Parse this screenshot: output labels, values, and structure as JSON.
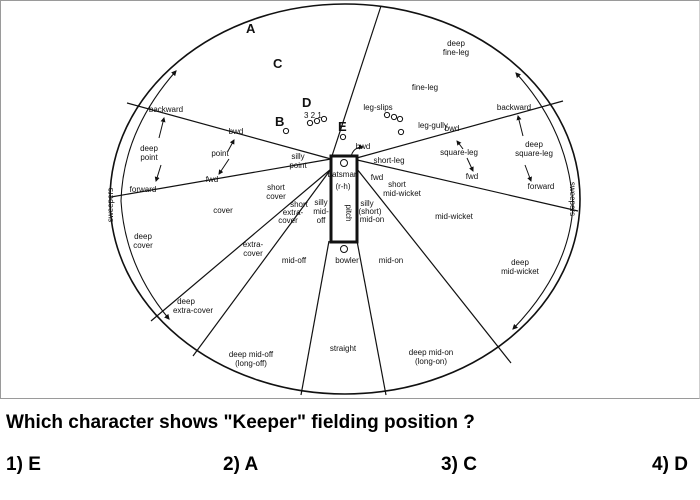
{
  "diagram": {
    "letters": {
      "a": "A",
      "b": "B",
      "c": "C",
      "d": "D",
      "e": "E"
    },
    "slip_numbers": "3 2 1",
    "regions": {
      "deep_fine_leg": [
        "deep",
        "fine-leg"
      ],
      "fine_leg": "fine-leg",
      "leg_slips": "leg-slips",
      "leg_gully": "leg-gully",
      "backward_left": "backward",
      "backward_right": "backward",
      "deep_point": [
        "deep",
        "point"
      ],
      "deep_square_leg": [
        "deep",
        "square-leg"
      ],
      "forward_left": "forward",
      "forward_right": "forward",
      "sweepers_left": "sweepers",
      "sweepers_right": "sweepers",
      "bwd_point": "bwd",
      "point": "point",
      "fwd_point": "fwd",
      "silly_point": [
        "silly",
        "point"
      ],
      "bwd_batsman": "bwd",
      "short_leg": "short-leg",
      "bwd_square": "bwd",
      "square_leg": "square-leg",
      "fwd_square": "fwd",
      "batsman": "batsman",
      "rh": "(r-h)",
      "fwd_batsman": "fwd",
      "short_mid_wicket": [
        "short",
        "mid-wicket"
      ],
      "short_cover": [
        "short",
        "cover"
      ],
      "short_extra_cover": [
        "short",
        "extra-",
        "cover"
      ],
      "silly_mid_off": [
        "silly",
        "mid-",
        "off"
      ],
      "pitch": "pitch",
      "silly_mid_on": [
        "silly",
        "(short)",
        "mid-on"
      ],
      "cover": "cover",
      "mid_wicket": "mid-wicket",
      "deep_cover": [
        "deep",
        "cover"
      ],
      "extra_cover": [
        "extra-",
        "cover"
      ],
      "mid_off": "mid-off",
      "bowler": "bowler",
      "mid_on": "mid-on",
      "deep_mid_wicket": [
        "deep",
        "mid-wicket"
      ],
      "deep_extra_cover": [
        "deep",
        "extra-cover"
      ],
      "straight": "straight",
      "deep_mid_off": [
        "deep mid-off",
        "(long-off)"
      ],
      "deep_mid_on": [
        "deep mid-on",
        "(long-on)"
      ]
    }
  },
  "question": {
    "text": "Which character shows \"Keeper\" fielding position ?",
    "options": [
      {
        "number": "1)",
        "answer": "E"
      },
      {
        "number": "2)",
        "answer": "A"
      },
      {
        "number": "3)",
        "answer": "C"
      },
      {
        "number": "4)",
        "answer": "D"
      }
    ]
  }
}
